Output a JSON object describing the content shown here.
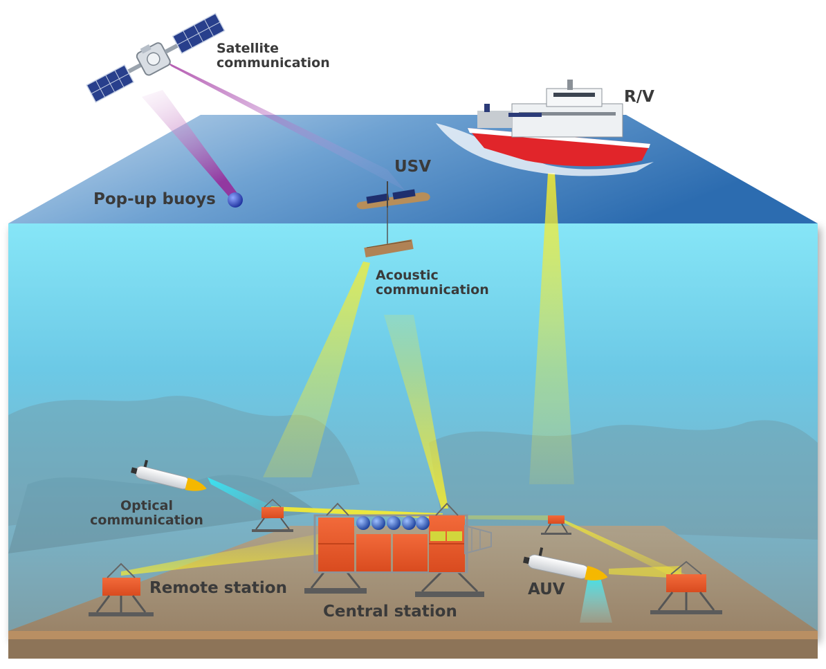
{
  "labels": {
    "satellite": [
      "Satellite",
      "communication"
    ],
    "rv": "R/V",
    "usv": "USV",
    "popup_buoys": "Pop-up buoys",
    "acoustic": [
      "Acoustic",
      "communication"
    ],
    "optical": [
      "Optical",
      "communication"
    ],
    "remote_station": "Remote station",
    "central_station": "Central station",
    "auv": "AUV"
  },
  "colors": {
    "ocean_surface_top": "#bcd5ea",
    "ocean_surface_bottom": "#2f73b5",
    "water_top": "#7fdbf2",
    "water_bottom": "#7ea6b3",
    "seafloor": "#a48b6c",
    "seafloor_edge": "#b98f63",
    "acoustic_beam": "#f6ea35",
    "satellite_beam": "#9b2f9b",
    "optical_beam": "#2fe3f0",
    "station_box": "#ee5a2c",
    "ship_hull": "#e1252a",
    "auv_nose": "#f5b800"
  }
}
